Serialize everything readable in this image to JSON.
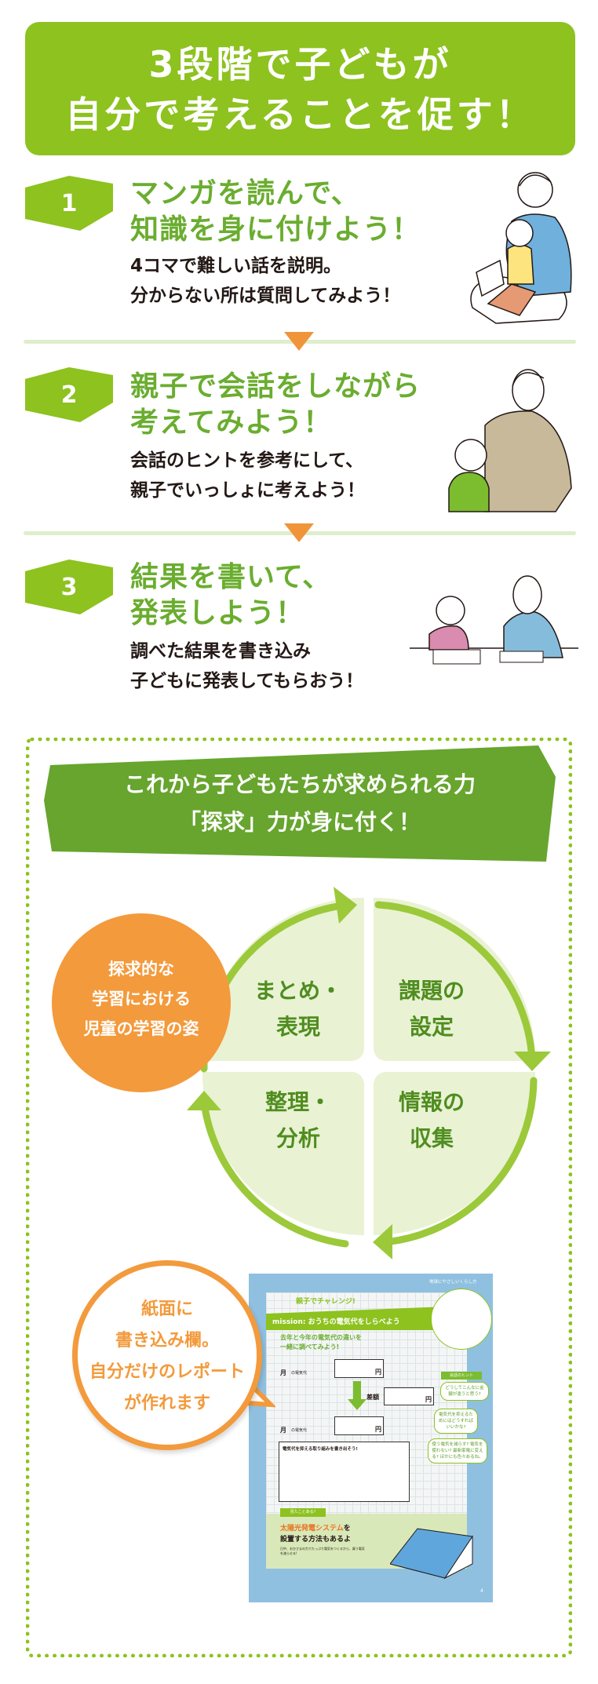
{
  "header": {
    "line1": "3段階で子どもが",
    "line2": "自分で考えることを促す！"
  },
  "steps": [
    {
      "number": "1",
      "title1": "マンガを読んで、",
      "title2": "知識を身に付けよう！",
      "body1": "4コマで難しい話を説明。",
      "body2": "分からない所は質問してみよう！",
      "illustration": "parent-reading-to-child"
    },
    {
      "number": "2",
      "title1": "親子で会話をしながら",
      "title2": "考えてみよう！",
      "body1": "会話のヒントを参考にして、",
      "body2": "親子でいっしょに考えよう！",
      "illustration": "parent-and-child-talking"
    },
    {
      "number": "3",
      "title1": "結果を書いて、",
      "title2": "発表しよう！",
      "body1": "調べた結果を書き込み",
      "body2": "子どもに発表してもらおう！",
      "illustration": "parent-and-child-writing"
    }
  ],
  "banner": {
    "line1": "これから子どもたちが求められる力",
    "line2": "「探求」力が身に付く！"
  },
  "cycle": {
    "callout": [
      "探求的な",
      "学習における",
      "児童の学習の姿"
    ],
    "quadrants": {
      "top_left": [
        "まとめ・",
        "表現"
      ],
      "top_right": [
        "課題の",
        "設定"
      ],
      "bottom_right": [
        "情報の",
        "収集"
      ],
      "bottom_left": [
        "整理・",
        "分析"
      ]
    }
  },
  "bubble": [
    "紙面に",
    "書き込み欄。",
    "自分だけのレポート",
    "が作れます"
  ],
  "doc": {
    "top_tag": "地球にやさしいくらし方",
    "challenge": "親子でチャレンジ!",
    "mission": "mission: おうちの電気代をしらべよう",
    "subtitle1": "去年と今年の電気代の違いを",
    "subtitle2": "一緒に調べてみよう!",
    "month": "月",
    "bill_label": "の電気代",
    "yen": "円",
    "diff": "差額",
    "write_prompt": "電気代を抑える取り組みを書き出そう!",
    "hint_label": "会話のヒント",
    "hints": [
      "どうしてこんなに金額が違うと思う?",
      "電気代を抑えるためにはどうすればいいかな?",
      "使う電気を減らす? 電気を使わない? 最新家電に変える? ほかにも色々あるね。"
    ],
    "seen_tag": "見たことある?",
    "solar1": "太陽光発電システム",
    "solar1b": "を",
    "solar2": "設置する方法もあるよ",
    "solar_note": "日中、おひさまの力でたっぷり電気をつくるから、買う電気を減らせる!",
    "page": "4"
  },
  "colors": {
    "green": "#8dc21f",
    "title_green": "#6aad2f",
    "banner_green": "#67a52e",
    "orange": "#f39a3c",
    "quad_bg": "#e9f2d3"
  }
}
